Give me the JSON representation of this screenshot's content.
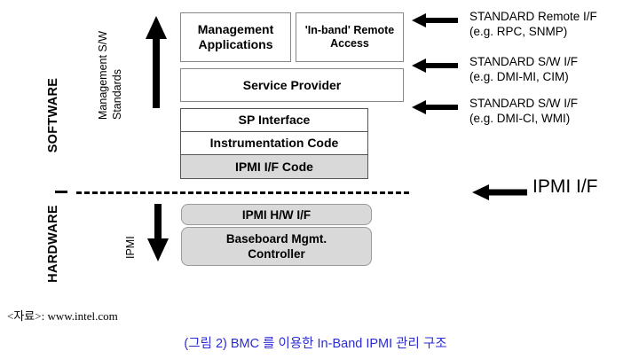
{
  "diagram": {
    "side_labels": {
      "software": "SOFTWARE",
      "hardware": "HARDWARE"
    },
    "axis_labels": {
      "mgmt_standards_line1": "Management S/W",
      "mgmt_standards_line2": "Standards",
      "ipmi_vertical": "IPMI"
    },
    "boxes": {
      "management_applications": "Management Applications",
      "inband_remote_access": "'In-band' Remote Access",
      "service_provider": "Service Provider",
      "sp_interface": "SP Interface",
      "instrumentation_code": "Instrumentation Code",
      "ipmi_if_code": "IPMI I/F Code",
      "ipmi_hw_if": "IPMI H/W I/F",
      "bmc_line1": "Baseboard Mgmt.",
      "bmc_line2": "Controller"
    },
    "annotations": [
      {
        "line1": "STANDARD Remote I/F",
        "line2": "(e.g. RPC, SNMP)"
      },
      {
        "line1": "STANDARD S/W I/F",
        "line2": "(e.g. DMI-MI, CIM)"
      },
      {
        "line1": "STANDARD S/W I/F",
        "line2": "(e.g. DMI-CI, WMI)"
      }
    ],
    "ipmi_interface_label": "IPMI I/F",
    "colors": {
      "box_fill_white": "#ffffff",
      "box_fill_gray": "#d9d9d9",
      "box_border": "#888888",
      "arrow_black": "#000000",
      "caption_blue": "#2b2bd6"
    }
  },
  "footer": {
    "source_note": "<자료>: www.intel.com",
    "caption": "(그림 2) BMC 를 이용한 In-Band IPMI 관리 구조"
  }
}
